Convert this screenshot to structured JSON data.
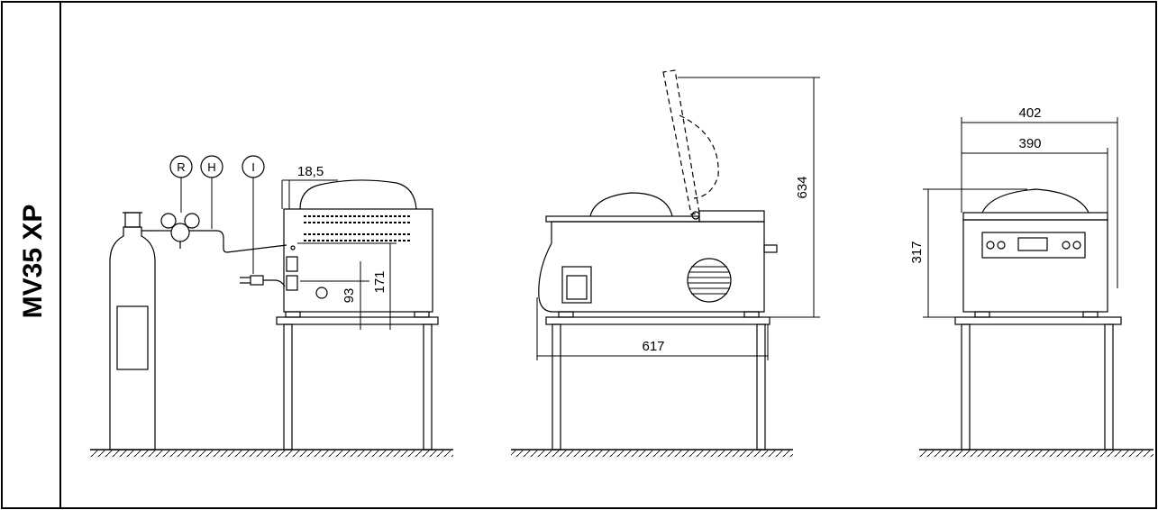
{
  "model_label": "MV35 XP",
  "callouts": {
    "r": "R",
    "h": "H",
    "i": "I"
  },
  "dimensions": {
    "gas_offset": "18,5",
    "valve_height": "93",
    "inlet_height": "171",
    "lid_open_height": "634",
    "depth": "617",
    "width_outer": "402",
    "width_inner": "390",
    "height": "317"
  }
}
